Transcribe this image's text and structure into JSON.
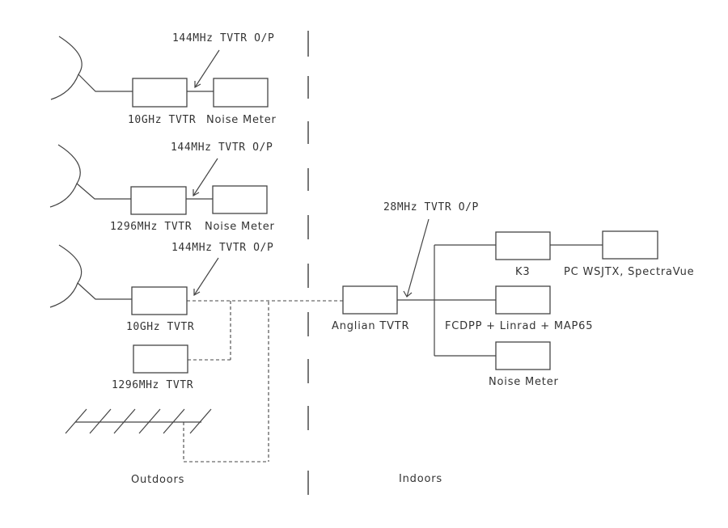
{
  "diagram": {
    "type": "block-diagram",
    "regions": {
      "outdoors_label": "Outdoors",
      "indoors_label": "Indoors"
    },
    "outdoor_chains": [
      {
        "antenna": "dish-antenna",
        "transverter": "10GHz TVTR",
        "output_label": "144MHz TVTR O/P",
        "meter": "Noise Meter"
      },
      {
        "antenna": "dish-antenna",
        "transverter": "1296MHz TVTR",
        "output_label": "144MHz TVTR O/P",
        "meter": "Noise Meter"
      },
      {
        "antenna": "dish-antenna",
        "transverter": "10GHz TVTR",
        "output_label": "144MHz TVTR O/P"
      }
    ],
    "outdoor_extra": {
      "transverter": "1296MHz TVTR",
      "antenna": "yagi-antenna"
    },
    "indoor": {
      "main_transverter": "Anglian TVTR",
      "output_label": "28MHz TVTR O/P",
      "receivers": [
        "K3",
        "FCDPP + Linrad + MAP65",
        "Noise Meter"
      ],
      "pc": "PC WSJTX, SpectraVue"
    }
  }
}
